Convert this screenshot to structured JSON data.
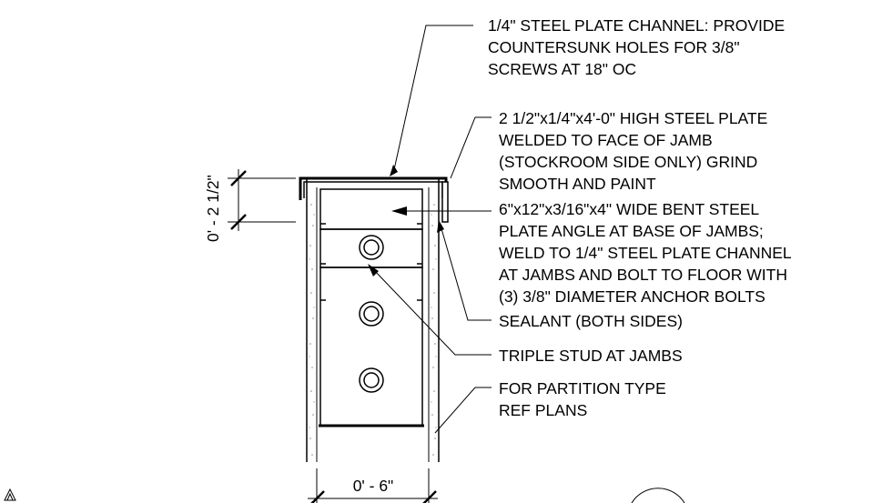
{
  "callouts": [
    {
      "id": "channel",
      "lines": [
        "1/4\" STEEL PLATE CHANNEL: PROVIDE",
        "COUNTERSUNK HOLES FOR 3/8\"",
        "SCREWS AT 18\" OC"
      ]
    },
    {
      "id": "plate",
      "lines": [
        "2 1/2\"x1/4\"x4'-0\" HIGH STEEL PLATE",
        "WELDED TO FACE OF JAMB",
        "(STOCKROOM SIDE ONLY) GRIND",
        "SMOOTH AND PAINT"
      ]
    },
    {
      "id": "angle",
      "lines": [
        "6\"x12\"x3/16\"x4\" WIDE BENT STEEL",
        "PLATE ANGLE AT BASE OF JAMBS;",
        "WELD TO 1/4\" STEEL PLATE CHANNEL",
        "AT JAMBS AND BOLT TO FLOOR WITH",
        "(3) 3/8\" DIAMETER ANCHOR BOLTS"
      ]
    },
    {
      "id": "sealant",
      "lines": [
        "SEALANT (BOTH SIDES)"
      ]
    },
    {
      "id": "stud",
      "lines": [
        "TRIPLE STUD AT JAMBS"
      ]
    },
    {
      "id": "partition",
      "lines": [
        "FOR PARTITION TYPE",
        "REF PLANS"
      ]
    }
  ],
  "dimensions": {
    "vertical": "0' - 2 1/2\"",
    "horizontal": "0' - 6\""
  },
  "colors": {
    "line": "#000000",
    "background": "#ffffff",
    "hatch": "#888888"
  }
}
